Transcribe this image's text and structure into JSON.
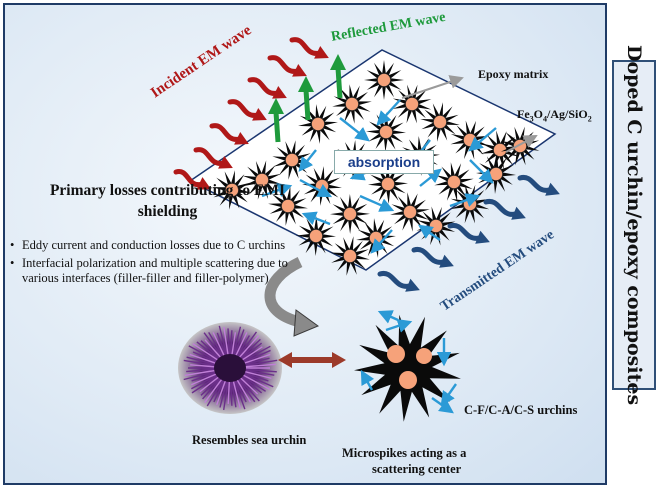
{
  "side_title": "Doped C urchin/epoxy composites",
  "labels": {
    "incident": "Incident EM wave",
    "reflected": "Reflected EM wave",
    "transmitted": "Transmitted EM wave",
    "epoxy": "Epoxy matrix",
    "absorption": "absorption",
    "dopant_base": "Fe",
    "dopant_sub1": "3",
    "dopant_mid": "O",
    "dopant_sub2": "4",
    "dopant_rest": "/Ag/SiO",
    "dopant_sub3": "2",
    "urchin_types": "C-F/C-A/C-S urchins",
    "sea_urchin": "Resembles sea urchin",
    "microspikes_line1": "Microspikes acting as a",
    "microspikes_line2": "scattering center"
  },
  "heading": "Primary losses contributing to EMI shielding",
  "bullets": [
    "Eddy current and conduction losses due to C urchins",
    "Interfacial polarization and multiple scattering due to various interfaces (filler-filler and filler-polymer)"
  ],
  "colors": {
    "incident": "#b01818",
    "reflected": "#1e9a3c",
    "transmitted": "#244c7e",
    "particle": "#f6a27a",
    "spike_arrow": "#2b9ad6",
    "frame": "#1f3b66"
  }
}
